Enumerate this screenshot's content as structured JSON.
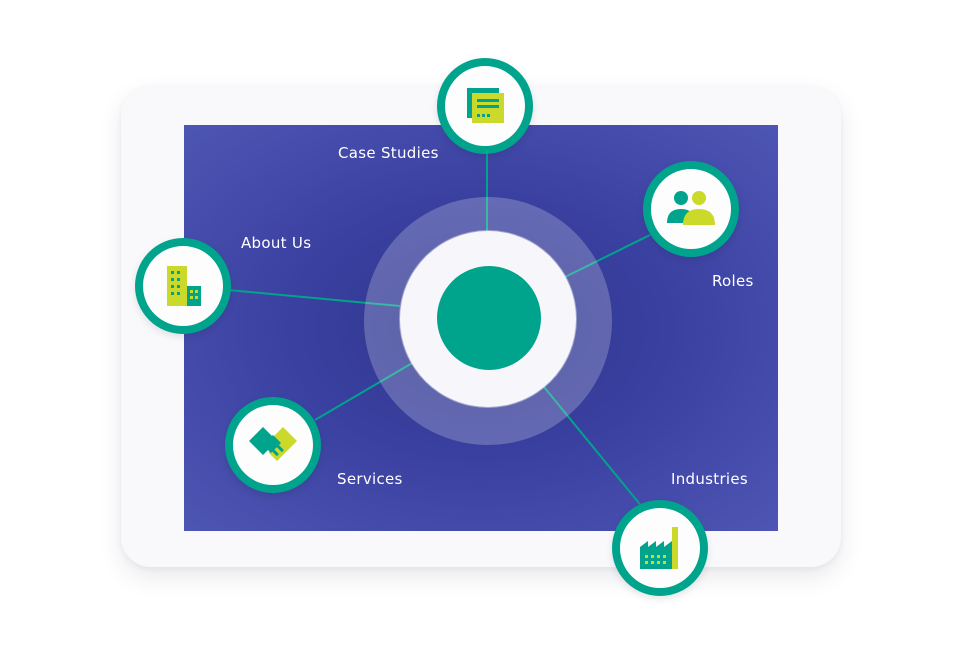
{
  "colors": {
    "panel": "#3a40a0",
    "teal": "#00a48c",
    "lime": "#cbd92a",
    "card": "#f9f9fc",
    "label": "#ffffff"
  },
  "hub": {
    "icon": "hub-circle"
  },
  "nodes": [
    {
      "id": "case-studies",
      "label": "Case Studies",
      "icon": "document-icon"
    },
    {
      "id": "roles",
      "label": "Roles",
      "icon": "people-icon"
    },
    {
      "id": "about-us",
      "label": "About Us",
      "icon": "building-icon"
    },
    {
      "id": "services",
      "label": "Services",
      "icon": "handshake-icon"
    },
    {
      "id": "industries",
      "label": "Industries",
      "icon": "factory-icon"
    }
  ]
}
